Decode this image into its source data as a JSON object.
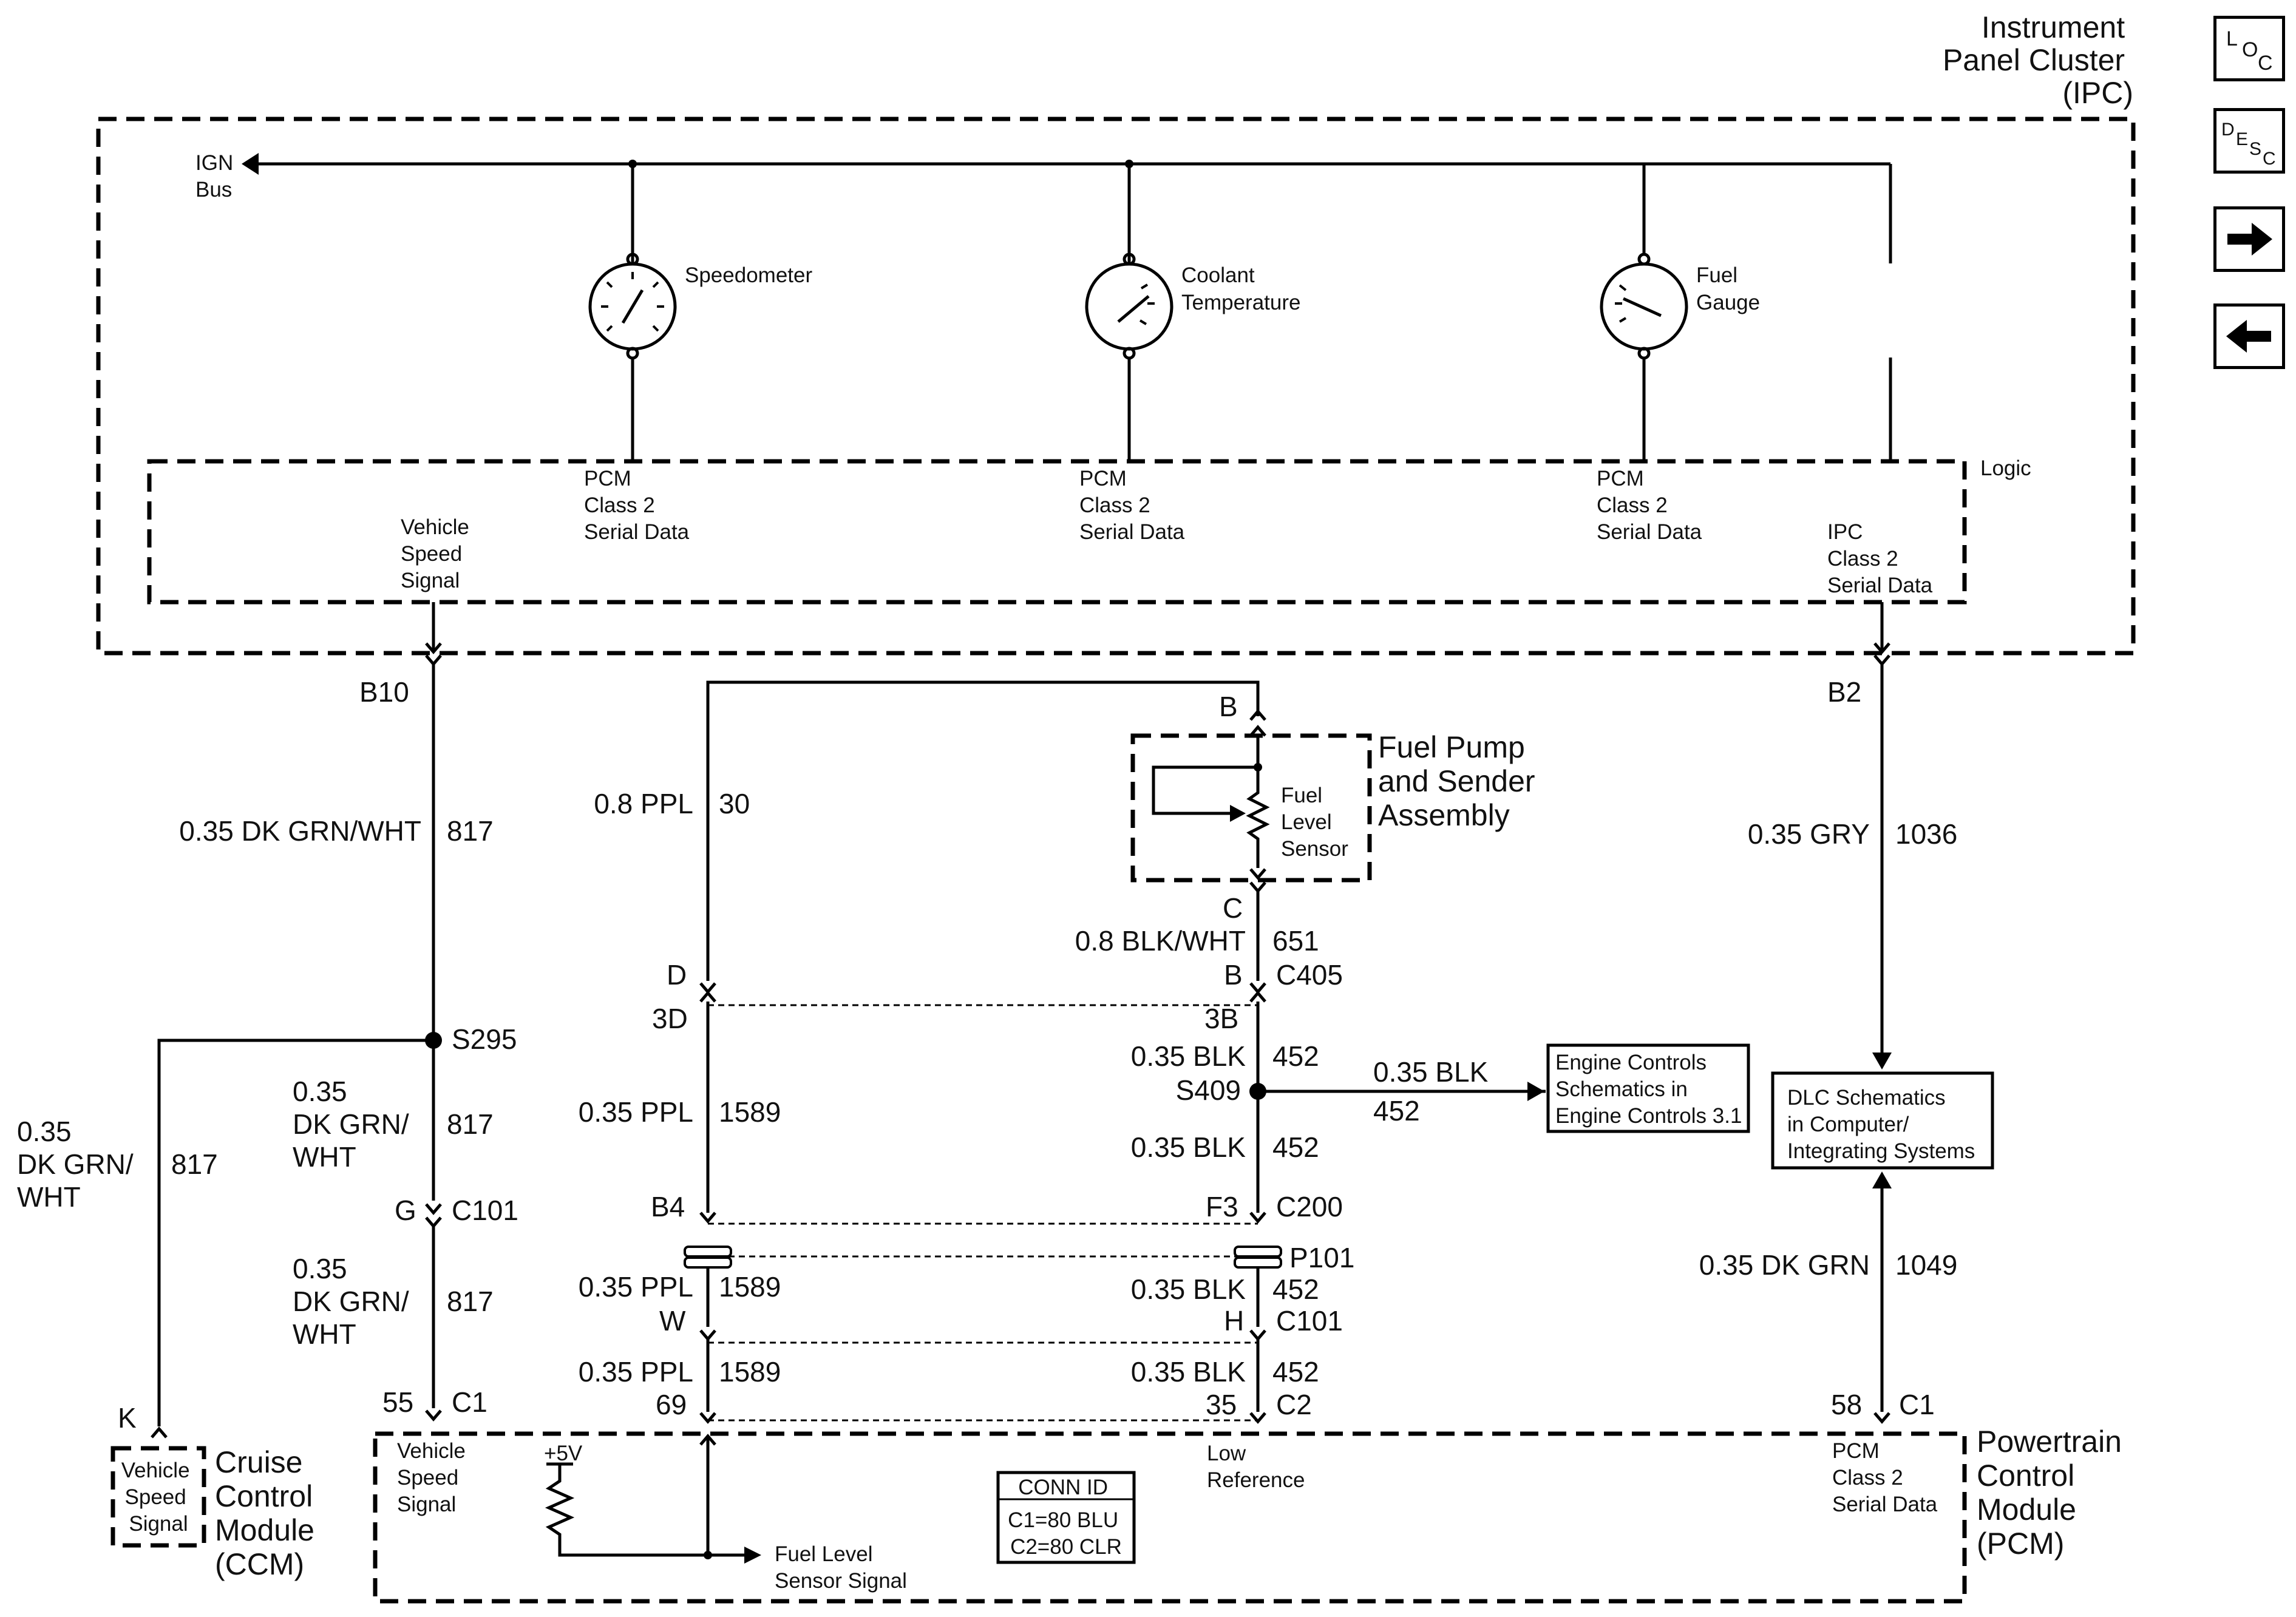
{
  "ipc": {
    "title_lines": [
      "Instrument",
      "Panel Cluster",
      "(IPC)"
    ],
    "ign_bus": [
      "IGN",
      "Bus"
    ],
    "logic": "Logic",
    "gauges": [
      {
        "lines": [
          "Speedometer"
        ]
      },
      {
        "lines": [
          "Coolant",
          "Temperature"
        ]
      },
      {
        "lines": [
          "Fuel",
          "Gauge"
        ]
      }
    ],
    "serial_data": [
      "PCM",
      "Class 2",
      "Serial Data"
    ],
    "vss": [
      "Vehicle",
      "Speed",
      "Signal"
    ],
    "ipc_serial": [
      "IPC",
      "Class 2",
      "Serial Data"
    ]
  },
  "nav": {
    "loc": [
      "L",
      "O",
      "C"
    ],
    "desc": [
      "D",
      "E",
      "S",
      "C"
    ],
    "next_icon": "arrow-right-icon",
    "prev_icon": "arrow-left-icon"
  },
  "circuit_vss": {
    "pin_top": "B10",
    "wire1": {
      "color": "0.35 DK GRN/WHT",
      "num": "817"
    },
    "splice": "S295",
    "wire2": {
      "lines": [
        "0.35",
        "DK GRN/",
        "WHT"
      ],
      "num": "817"
    },
    "conn": {
      "pin": "G",
      "name": "C101"
    },
    "wire3": {
      "lines": [
        "0.35",
        "DK GRN/",
        "WHT"
      ],
      "num": "817"
    },
    "pcm_pin": {
      "pin": "55",
      "name": "C1"
    },
    "branch": {
      "lines": [
        "0.35",
        "DK GRN/",
        "WHT"
      ],
      "num": "817"
    },
    "ccm_pin": "K"
  },
  "ccm": {
    "vss": [
      "Vehicle",
      "Speed",
      "Signal"
    ],
    "name": [
      "Cruise",
      "Control",
      "Module",
      "(CCM)"
    ]
  },
  "circuit_fuel": {
    "wire_top": {
      "color": "0.8 PPL",
      "num": "30"
    },
    "pin_b": "B",
    "pump": [
      "Fuel Pump",
      "and Sender",
      "Assembly"
    ],
    "sensor": [
      "Fuel",
      "Level",
      "Sensor"
    ],
    "pin_c": "C",
    "wire651": {
      "color": "0.8 BLK/WHT",
      "num": "651"
    },
    "c405": {
      "left_pin": "D",
      "right_pin": "B",
      "name": "C405",
      "left_lower": "3D",
      "right_lower": "3B"
    },
    "w452a": {
      "color": "0.35 BLK",
      "num": "452"
    },
    "s409": "S409",
    "ec_wire": {
      "color": "0.35 BLK",
      "num": "452"
    },
    "w1589a": {
      "color": "0.35 PPL",
      "num": "1589"
    },
    "w452b": {
      "color": "0.35 BLK",
      "num": "452"
    },
    "c200": {
      "left_pin": "B4",
      "right_pin": "F3",
      "name": "C200"
    },
    "p101": "P101",
    "w1589b": {
      "color": "0.35 PPL",
      "num": "1589"
    },
    "w452c": {
      "color": "0.35 BLK",
      "num": "452"
    },
    "c101": {
      "left_pin": "W",
      "right_pin": "H",
      "name": "C101"
    },
    "w1589c": {
      "color": "0.35 PPL",
      "num": "1589"
    },
    "w452d": {
      "color": "0.35 BLK",
      "num": "452"
    },
    "pcm_pins": {
      "left": "69",
      "right": "35",
      "name": "C2"
    }
  },
  "engine_box": [
    "Engine Controls",
    "Schematics in",
    "Engine Controls 3.1"
  ],
  "dlc_box": [
    "DLC Schematics",
    "in Computer/",
    "Integrating Systems"
  ],
  "circuit_serial": {
    "pin_top": "B2",
    "wire1": {
      "color": "0.35 GRY",
      "num": "1036"
    },
    "wire2": {
      "color": "0.35 DK GRN",
      "num": "1049"
    },
    "pcm_pin": {
      "pin": "58",
      "name": "C1"
    }
  },
  "pcm": {
    "vss": [
      "Vehicle",
      "Speed",
      "Signal"
    ],
    "v5": "+5V",
    "fuel_signal": [
      "Fuel Level",
      "Sensor Signal"
    ],
    "conn_id": [
      "CONN ID",
      "C1=80 BLU",
      "C2=80 CLR"
    ],
    "low_ref": [
      "Low",
      "Reference"
    ],
    "serial": [
      "PCM",
      "Class 2",
      "Serial Data"
    ],
    "name": [
      "Powertrain",
      "Control",
      "Module",
      "(PCM)"
    ]
  }
}
